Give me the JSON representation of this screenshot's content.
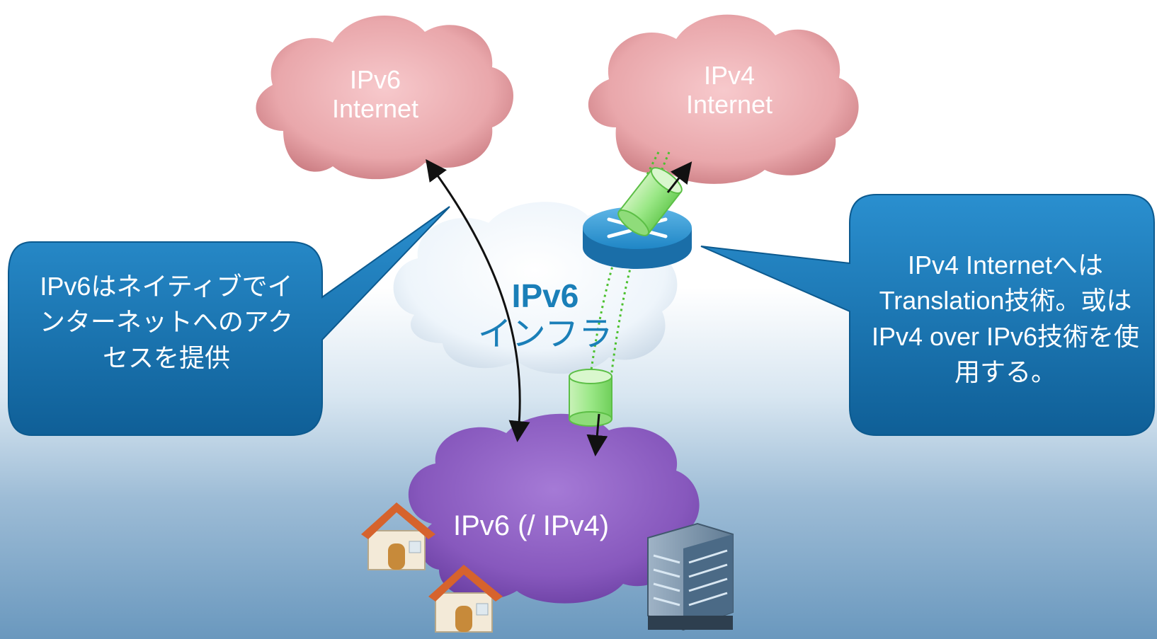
{
  "clouds": {
    "ipv6_internet": {
      "line1": "IPv6",
      "line2": "Internet"
    },
    "ipv4_internet": {
      "line1": "IPv4",
      "line2": "Internet"
    },
    "ipv6_infra": {
      "line1": "IPv6",
      "line2": "インフラ"
    },
    "enterprise": {
      "label": "IPv6 (/ IPv4)"
    }
  },
  "callouts": {
    "left": "IPv6はネイティブでインターネットへのアクセスを提供",
    "right": "IPv4 Internetへは Translation技術。或はIPv4 over IPv6技術を使用する。"
  },
  "icons": [
    "router-icon",
    "tunnel-icon",
    "house-icon",
    "office-building-icon"
  ],
  "colors": {
    "internet_cloud": "#e8a8ac",
    "infra_cloud": "#f0f6fb",
    "enterprise_cloud": "#8a5cc0",
    "callout": "#1a78b6",
    "infra_text": "#1a7fb8",
    "tunnel": "#8ee27a"
  }
}
